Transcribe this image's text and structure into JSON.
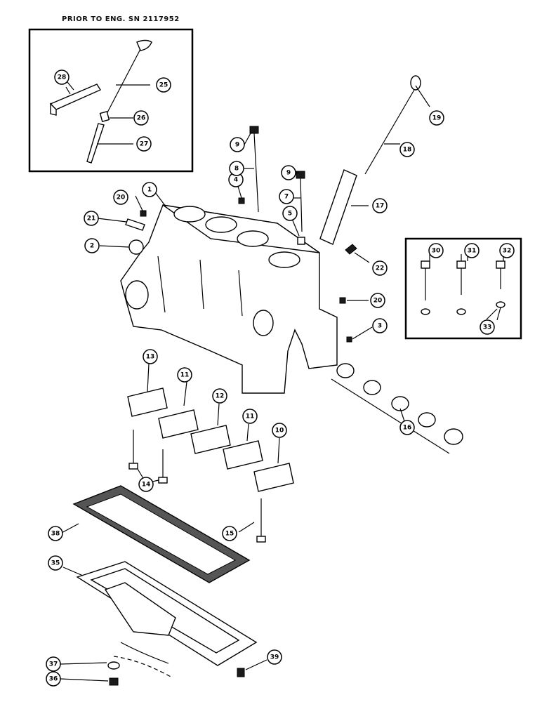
{
  "inset_title": "PRIOR TO ENG. SN 2117952",
  "callouts": [
    {
      "id": "c1",
      "label": "1"
    },
    {
      "id": "c2",
      "label": "2"
    },
    {
      "id": "c3",
      "label": "3"
    },
    {
      "id": "c4",
      "label": "4"
    },
    {
      "id": "c5",
      "label": "5"
    },
    {
      "id": "c7",
      "label": "7"
    },
    {
      "id": "c8",
      "label": "8"
    },
    {
      "id": "c9a",
      "label": "9"
    },
    {
      "id": "c9b",
      "label": "9"
    },
    {
      "id": "c10",
      "label": "10"
    },
    {
      "id": "c11a",
      "label": "11"
    },
    {
      "id": "c11b",
      "label": "11"
    },
    {
      "id": "c12",
      "label": "12"
    },
    {
      "id": "c13",
      "label": "13"
    },
    {
      "id": "c14",
      "label": "14"
    },
    {
      "id": "c15",
      "label": "15"
    },
    {
      "id": "c16",
      "label": "16"
    },
    {
      "id": "c17",
      "label": "17"
    },
    {
      "id": "c18",
      "label": "18"
    },
    {
      "id": "c19",
      "label": "19"
    },
    {
      "id": "c20a",
      "label": "20"
    },
    {
      "id": "c20b",
      "label": "20"
    },
    {
      "id": "c21",
      "label": "21"
    },
    {
      "id": "c22",
      "label": "22"
    },
    {
      "id": "c25",
      "label": "25"
    },
    {
      "id": "c26",
      "label": "26"
    },
    {
      "id": "c27",
      "label": "27"
    },
    {
      "id": "c28",
      "label": "28"
    },
    {
      "id": "c30",
      "label": "30"
    },
    {
      "id": "c31",
      "label": "31"
    },
    {
      "id": "c32",
      "label": "32"
    },
    {
      "id": "c33",
      "label": "33"
    },
    {
      "id": "c35",
      "label": "35"
    },
    {
      "id": "c36",
      "label": "36"
    },
    {
      "id": "c37",
      "label": "37"
    },
    {
      "id": "c38",
      "label": "38"
    },
    {
      "id": "c39",
      "label": "39"
    }
  ]
}
